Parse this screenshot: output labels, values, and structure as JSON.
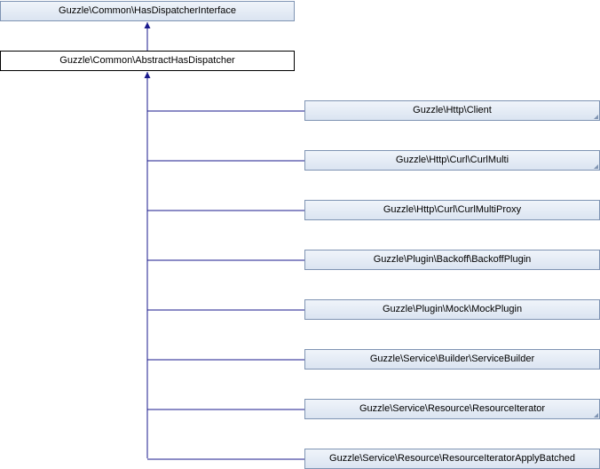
{
  "parent_interface": {
    "label": "Guzzle\\Common\\HasDispatcherInterface"
  },
  "current_class": {
    "label": "Guzzle\\Common\\AbstractHasDispatcher"
  },
  "subclasses": [
    {
      "label": "Guzzle\\Http\\Client",
      "truncated": true
    },
    {
      "label": "Guzzle\\Http\\Curl\\CurlMulti",
      "truncated": true
    },
    {
      "label": "Guzzle\\Http\\Curl\\CurlMultiProxy",
      "truncated": false
    },
    {
      "label": "Guzzle\\Plugin\\Backoff\\BackoffPlugin",
      "truncated": false
    },
    {
      "label": "Guzzle\\Plugin\\Mock\\MockPlugin",
      "truncated": false
    },
    {
      "label": "Guzzle\\Service\\Builder\\ServiceBuilder",
      "truncated": false
    },
    {
      "label": "Guzzle\\Service\\Resource\\ResourceIterator",
      "truncated": true
    },
    {
      "label": "Guzzle\\Service\\Resource\\ResourceIteratorApplyBatched",
      "truncated": false
    }
  ],
  "colors": {
    "edge": "#1a1a8c",
    "node_border": "#7f94b3"
  }
}
